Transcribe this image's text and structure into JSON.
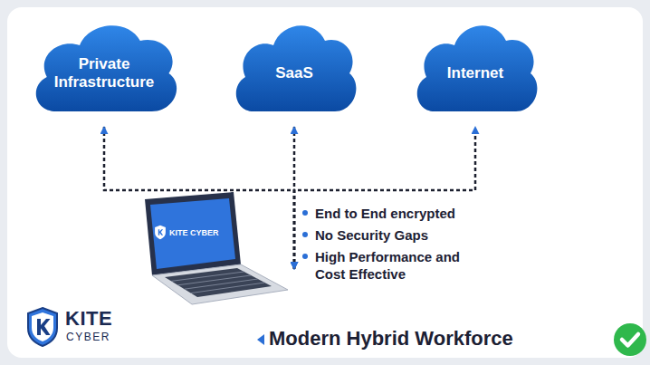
{
  "diagram": {
    "nodes": [
      {
        "text": [
          "Private Infrastructure"
        ]
      },
      {
        "text": [
          "SaaS"
        ]
      },
      {
        "text": [
          "Internet"
        ]
      },
      {
        "text": [
          "KITE CYBER"
        ]
      }
    ],
    "edges": [
      {
        "from": 3,
        "to": 0,
        "arrow": "both"
      },
      {
        "from": 3,
        "to": 1,
        "arrow": "both"
      },
      {
        "from": 3,
        "to": 2,
        "arrow": "both"
      }
    ],
    "labels": [
      "End to End encrypted",
      "No Security Gaps",
      "High Performance and Cost Effective",
      "KITE",
      "CYBER",
      "Modern Hybrid Workforce"
    ]
  }
}
